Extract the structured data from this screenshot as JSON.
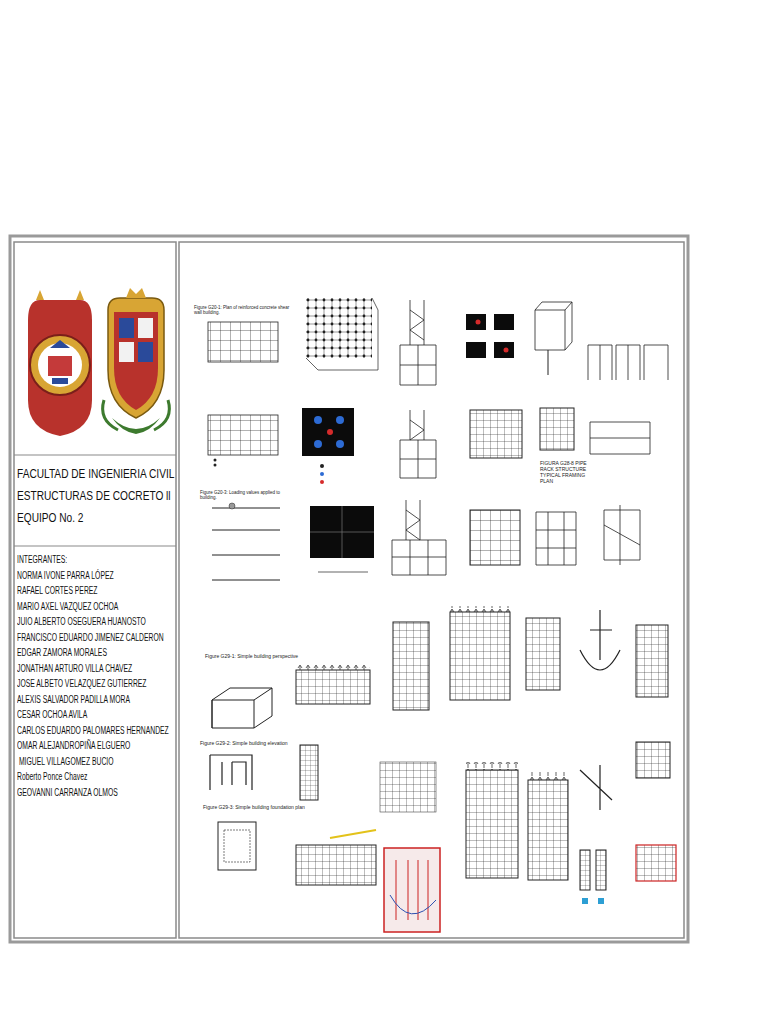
{
  "diagram": {
    "nodes": [
      {
        "text": [
          "FACULTAD DE INGENIERIA CIVIL",
          "ESTRUCTURAS DE COCRETO ll",
          "EQUIPO No. 2"
        ]
      },
      {
        "text": [
          "INTEGRANTES:",
          "NORMA IVONE PARRA LÓPEZ",
          "RAFAEL CORTES PEREZ",
          "MARIO AXEL VAZQUEZ OCHOA",
          "JUIO ALBERTO OSEGUERA HUANOSTO",
          "FRANCISCO EDUARDO JIMENEZ CALDERON",
          "EDGAR ZAMORA MORALES",
          "JONATHAN ARTURO VILLA CHAVEZ",
          "JOSE ALBETO VELAZQUEZ GUTIERREZ",
          "ALEXIS SALVADOR PADILLA MORA",
          "CESAR OCHOA AVILA",
          "CARLOS EDUARDO PALOMARES HERNANDEZ",
          "OMAR ALEJANDROPIÑA ELGUERO",
          " MIGUEL VILLAGOMEZ BUCIO",
          "Roberto Ponce Chavez",
          "GEOVANNI CARRANZA OLMOS"
        ]
      }
    ],
    "labels": [
      "Figure G20-1: Plan of reinforced concrete shear wall building.",
      "Figure G20-3: Loading values applied to building.",
      "FIGURA G28-8 PIPE RACK STRUCTURE TYPICAL FRAMING PLAN",
      "Figure G29-1: Simple building perspective",
      "Figure G29-2: Simple building elevation",
      "Figure G29-3: Simple building foundation plan"
    ]
  }
}
